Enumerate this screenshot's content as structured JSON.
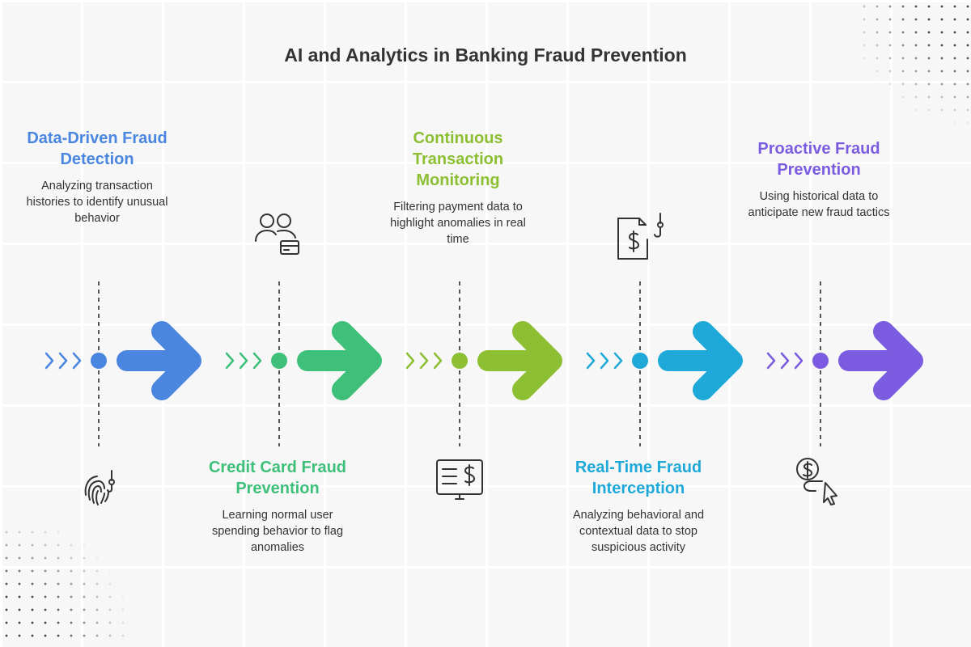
{
  "title": "AI and Analytics in Banking Fraud Prevention",
  "stages": [
    {
      "heading": "Data-Driven Fraud Detection",
      "description": "Analyzing transaction histories to identify unusual behavior",
      "color": "#4a86e0",
      "icon": "fingerprint-hook-icon",
      "text_position": "top"
    },
    {
      "heading": "Credit Card Fraud Prevention",
      "description": "Learning normal user spending behavior to flag anomalies",
      "color": "#3ec07a",
      "icon": "users-card-icon",
      "text_position": "bottom"
    },
    {
      "heading": "Continuous Transaction Monitoring",
      "description": "Filtering payment data to highlight anomalies in real time",
      "color": "#8cbf32",
      "icon": "monitor-dollar-icon",
      "text_position": "top"
    },
    {
      "heading": "Real-Time Fraud Interception",
      "description": "Analyzing behavioral and contextual data to stop suspicious activity",
      "color": "#1ea9d8",
      "icon": "document-dollar-hook-icon",
      "text_position": "bottom"
    },
    {
      "heading": "Proactive Fraud Prevention",
      "description": "Using historical data to anticipate new fraud tactics",
      "color": "#7b5ce0",
      "icon": "dollar-cursor-icon",
      "text_position": "top"
    }
  ]
}
